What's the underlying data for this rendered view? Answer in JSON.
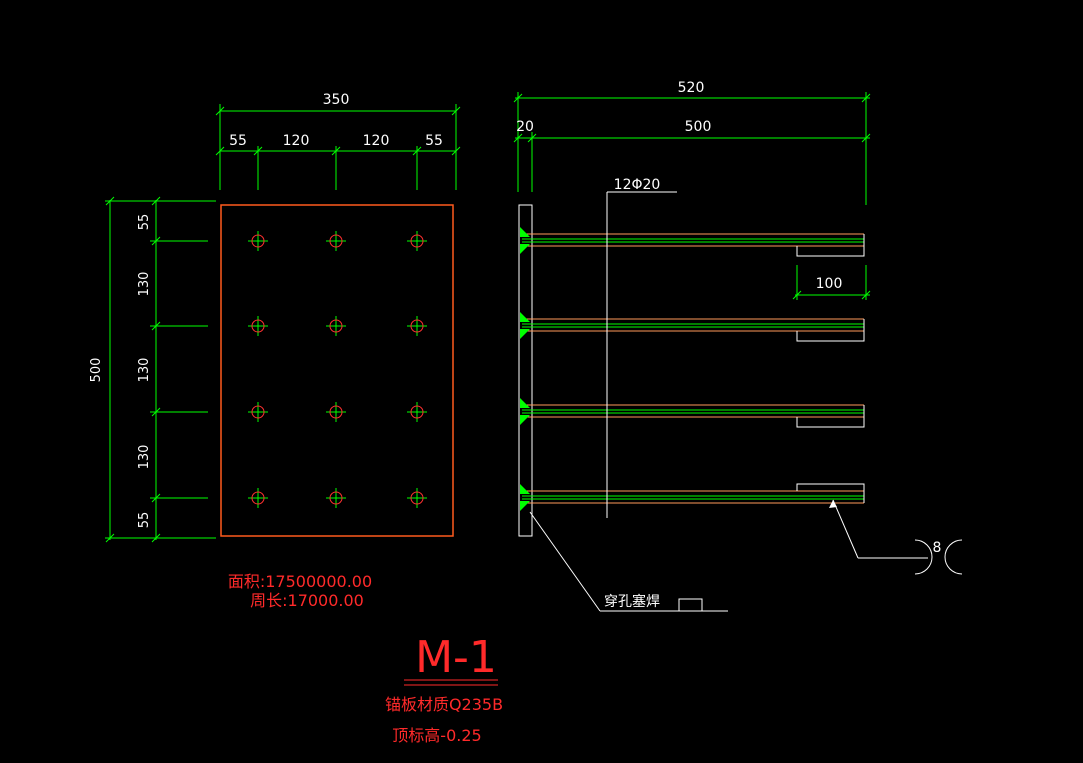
{
  "colors": {
    "background": "#000000",
    "dimension_line": "#00ff00",
    "plate_outline": "#ff5a1e",
    "text_white": "#ffffff",
    "text_red": "#ff2a2a",
    "weld_fill": "#00ff00"
  },
  "plan_view": {
    "top_overall_dim": "350",
    "top_sub_dims": [
      "55",
      "120",
      "120",
      "55"
    ],
    "left_overall_dim": "500",
    "left_sub_dims": [
      "55",
      "130",
      "130",
      "130",
      "55"
    ],
    "hole_rows": 4,
    "hole_cols": 3,
    "area_label": "面积:17500000.00",
    "perimeter_label": "周长:17000.00"
  },
  "section_view": {
    "overall_dim": "520",
    "plate_thickness_dim": "20",
    "bar_length_dim": "500",
    "bar_spec_label": "12Φ20",
    "hook_dim": "100",
    "weld_size_label": "8",
    "plug_weld_label": "穿孔塞焊"
  },
  "title_block": {
    "title": "M-1",
    "material": "锚板材质Q235B",
    "elevation": "顶标高-0.25"
  }
}
